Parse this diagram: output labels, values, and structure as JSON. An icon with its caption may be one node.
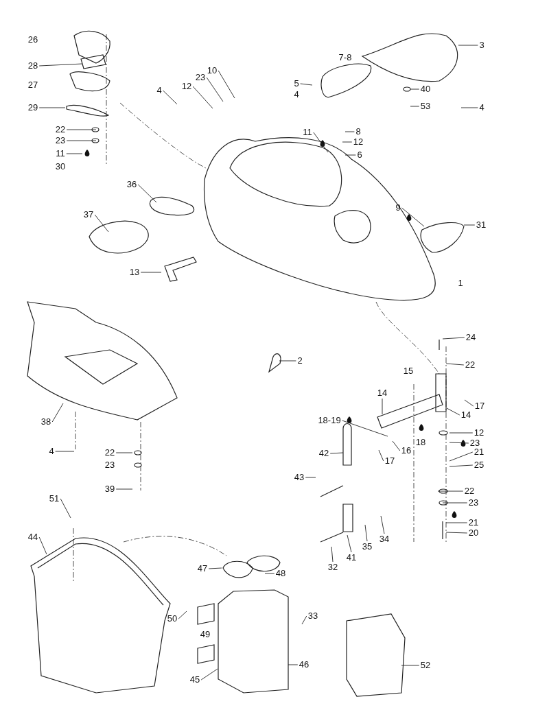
{
  "diagram": {
    "nodes": [
      {
        "text": [
          "28"
        ]
      },
      {
        "text": [
          "29"
        ]
      },
      {
        "text": [
          "22"
        ]
      },
      {
        "text": [
          "23"
        ]
      },
      {
        "text": [
          "11"
        ]
      },
      {
        "text": [
          "4"
        ]
      },
      {
        "text": [
          "12"
        ]
      },
      {
        "text": [
          "23"
        ]
      },
      {
        "text": [
          "10"
        ]
      },
      {
        "text": [
          "5"
        ]
      },
      {
        "text": [
          "3"
        ]
      },
      {
        "text": [
          "40"
        ]
      },
      {
        "text": [
          "53"
        ]
      },
      {
        "text": [
          "4"
        ]
      },
      {
        "text": [
          "11"
        ]
      },
      {
        "text": [
          "8"
        ]
      },
      {
        "text": [
          "12"
        ]
      },
      {
        "text": [
          "6"
        ]
      },
      {
        "text": [
          "36"
        ]
      },
      {
        "text": [
          "37"
        ]
      },
      {
        "text": [
          "9"
        ]
      },
      {
        "text": [
          "31"
        ]
      },
      {
        "text": [
          "13"
        ]
      },
      {
        "text": [
          "38"
        ]
      },
      {
        "text": [
          "2"
        ]
      },
      {
        "text": [
          "24"
        ]
      },
      {
        "text": [
          "22"
        ]
      },
      {
        "text": [
          "14"
        ]
      },
      {
        "text": [
          "17"
        ]
      },
      {
        "text": [
          "14"
        ]
      },
      {
        "text": [
          "18-19"
        ]
      },
      {
        "text": [
          "12"
        ]
      },
      {
        "text": [
          "23"
        ]
      },
      {
        "text": [
          "21"
        ]
      },
      {
        "text": [
          "25"
        ]
      },
      {
        "text": [
          "42"
        ]
      },
      {
        "text": [
          "16"
        ]
      },
      {
        "text": [
          "17"
        ]
      },
      {
        "text": [
          "43"
        ]
      },
      {
        "text": [
          "22"
        ]
      },
      {
        "text": [
          "23"
        ]
      },
      {
        "text": [
          "21"
        ]
      },
      {
        "text": [
          "20"
        ]
      },
      {
        "text": [
          "34"
        ]
      },
      {
        "text": [
          "35"
        ]
      },
      {
        "text": [
          "41"
        ]
      },
      {
        "text": [
          "32"
        ]
      },
      {
        "text": [
          "4"
        ]
      },
      {
        "text": [
          "22"
        ]
      },
      {
        "text": [
          "39"
        ]
      },
      {
        "text": [
          "51"
        ]
      },
      {
        "text": [
          "44"
        ]
      },
      {
        "text": [
          "47"
        ]
      },
      {
        "text": [
          "48"
        ]
      },
      {
        "text": [
          "50"
        ]
      },
      {
        "text": [
          "33"
        ]
      },
      {
        "text": [
          "45"
        ]
      },
      {
        "text": [
          "46"
        ]
      },
      {
        "text": [
          "52"
        ]
      }
    ],
    "edges": [
      {
        "from": 0,
        "to": null,
        "arrow": "none"
      },
      {
        "from": 1,
        "to": null,
        "arrow": "none"
      },
      {
        "from": 2,
        "to": null,
        "arrow": "none"
      },
      {
        "from": 3,
        "to": null,
        "arrow": "none"
      },
      {
        "from": 4,
        "to": null,
        "arrow": "none"
      },
      {
        "from": 5,
        "to": null,
        "arrow": "none"
      },
      {
        "from": 6,
        "to": null,
        "arrow": "none"
      },
      {
        "from": 7,
        "to": null,
        "arrow": "none"
      },
      {
        "from": 8,
        "to": null,
        "arrow": "none"
      },
      {
        "from": 9,
        "to": null,
        "arrow": "none"
      },
      {
        "from": 10,
        "to": null,
        "arrow": "none"
      },
      {
        "from": 11,
        "to": null,
        "arrow": "none"
      },
      {
        "from": 12,
        "to": null,
        "arrow": "none"
      },
      {
        "from": 13,
        "to": null,
        "arrow": "none"
      },
      {
        "from": 14,
        "to": null,
        "arrow": "none"
      },
      {
        "from": 15,
        "to": null,
        "arrow": "none"
      },
      {
        "from": 16,
        "to": null,
        "arrow": "none"
      },
      {
        "from": 17,
        "to": null,
        "arrow": "none"
      },
      {
        "from": 18,
        "to": null,
        "arrow": "none"
      },
      {
        "from": 19,
        "to": null,
        "arrow": "none"
      },
      {
        "from": 20,
        "to": null,
        "arrow": "none"
      },
      {
        "from": 21,
        "to": null,
        "arrow": "none"
      },
      {
        "from": 22,
        "to": null,
        "arrow": "none"
      },
      {
        "from": 23,
        "to": null,
        "arrow": "none"
      },
      {
        "from": 24,
        "to": null,
        "arrow": "none"
      },
      {
        "from": 25,
        "to": null,
        "arrow": "none"
      },
      {
        "from": 26,
        "to": null,
        "arrow": "none"
      },
      {
        "from": 27,
        "to": null,
        "arrow": "none"
      },
      {
        "from": 28,
        "to": null,
        "arrow": "none"
      },
      {
        "from": 29,
        "to": null,
        "arrow": "none"
      },
      {
        "from": 30,
        "to": null,
        "arrow": "none"
      },
      {
        "from": 31,
        "to": null,
        "arrow": "none"
      },
      {
        "from": 32,
        "to": null,
        "arrow": "none"
      },
      {
        "from": 33,
        "to": null,
        "arrow": "none"
      },
      {
        "from": 34,
        "to": null,
        "arrow": "none"
      },
      {
        "from": 35,
        "to": null,
        "arrow": "none"
      },
      {
        "from": 36,
        "to": null,
        "arrow": "none"
      },
      {
        "from": 37,
        "to": null,
        "arrow": "none"
      },
      {
        "from": 38,
        "to": null,
        "arrow": "none"
      },
      {
        "from": 39,
        "to": null,
        "arrow": "none"
      },
      {
        "from": 40,
        "to": null,
        "arrow": "none"
      },
      {
        "from": 41,
        "to": null,
        "arrow": "none"
      },
      {
        "from": 42,
        "to": null,
        "arrow": "none"
      },
      {
        "from": 43,
        "to": null,
        "arrow": "none"
      },
      {
        "from": 44,
        "to": null,
        "arrow": "none"
      },
      {
        "from": 45,
        "to": null,
        "arrow": "none"
      },
      {
        "from": 46,
        "to": null,
        "arrow": "none"
      },
      {
        "from": 47,
        "to": null,
        "arrow": "none"
      },
      {
        "from": 48,
        "to": null,
        "arrow": "none"
      },
      {
        "from": 49,
        "to": null,
        "arrow": "none"
      },
      {
        "from": 50,
        "to": null,
        "arrow": "none"
      },
      {
        "from": 51,
        "to": null,
        "arrow": "none"
      },
      {
        "from": 52,
        "to": null,
        "arrow": "none"
      },
      {
        "from": 53,
        "to": null,
        "arrow": "none"
      },
      {
        "from": 54,
        "to": null,
        "arrow": "none"
      },
      {
        "from": 55,
        "to": null,
        "arrow": "none"
      },
      {
        "from": 56,
        "to": null,
        "arrow": "none"
      },
      {
        "from": 57,
        "to": null,
        "arrow": "none"
      },
      {
        "from": 58,
        "to": null,
        "arrow": "none"
      }
    ],
    "labels": [
      "26",
      "27",
      "30",
      "4",
      "7-8",
      "1",
      "15",
      "18",
      "23",
      "49"
    ]
  }
}
